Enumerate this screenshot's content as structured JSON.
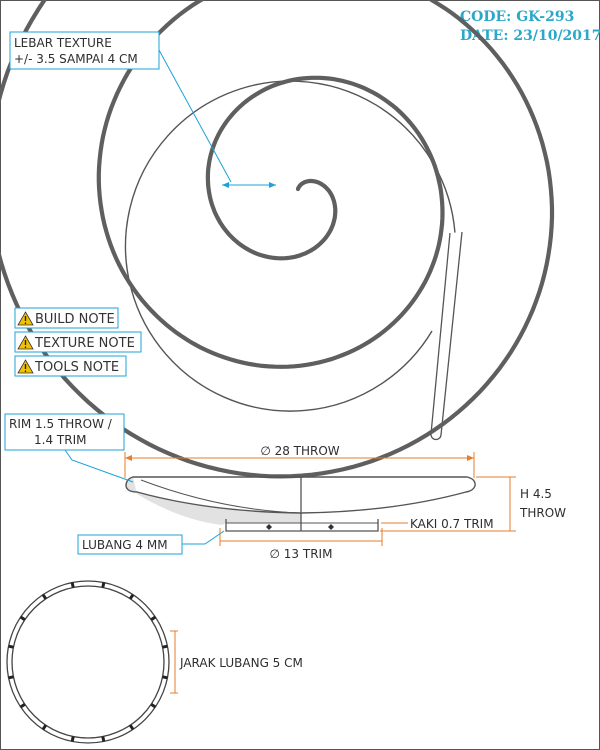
{
  "header": {
    "code": "CODE: GK-293",
    "date": "DATE: 23/10/2017"
  },
  "notes": [
    {
      "icon": "warning-icon",
      "label": "BUILD NOTE"
    },
    {
      "icon": "warning-icon",
      "label": "TEXTURE NOTE"
    },
    {
      "icon": "warning-icon",
      "label": "TOOLS NOTE"
    }
  ],
  "dimensions": {
    "texture_width_line1": "LEBAR TEXTURE",
    "texture_width_line2": "+/- 3.5 SAMPAI 4 CM",
    "rim_line1": "RIM 1.5 THROW /",
    "rim_line2": "1.4 TRIM",
    "diameter_throw": "∅ 28 THROW",
    "height_line1": "H 4.5",
    "height_line2": "THROW",
    "foot": "KAKI 0.7 TRIM",
    "hole": "LUBANG 4 MM",
    "diameter_trim": "∅ 13 TRIM",
    "hole_spacing": "JARAK LUBANG 5 CM"
  },
  "colors": {
    "accent": "#1ba3d6",
    "stroke": "#505050",
    "header_text": "#2aa7c9",
    "warning": "#f2c200"
  }
}
